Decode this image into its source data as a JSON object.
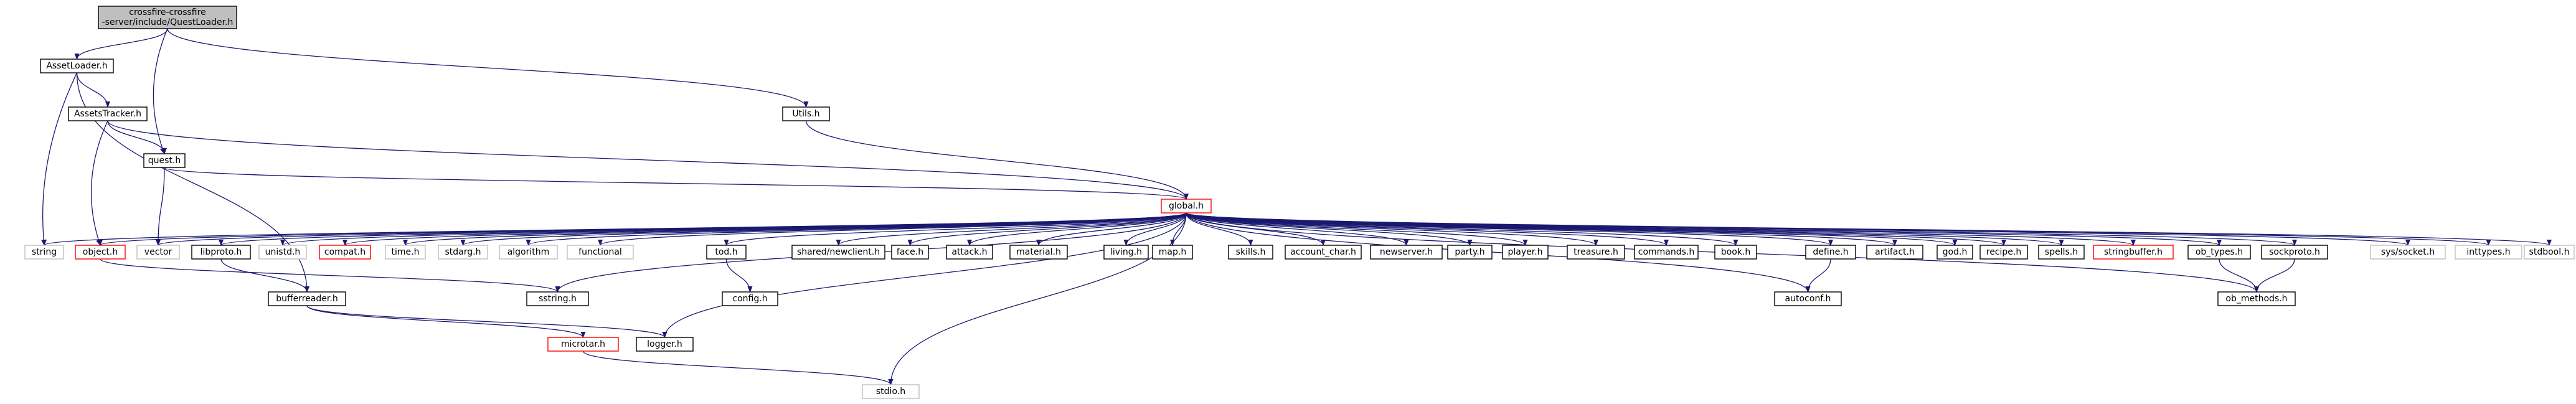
{
  "colors": {
    "edge": "#191970",
    "border_normal": "#000000",
    "border_truncated": "#ff0000",
    "border_system": "#bfbfbf",
    "fill_root": "#bfbfbf",
    "fill_node": "#ffffff",
    "text": "#000000"
  },
  "nodes": [
    {
      "id": "root",
      "lines": [
        "crossfire-crossfire",
        "-server/include/QuestLoader.h"
      ],
      "kind": "root"
    },
    {
      "id": "assetloader",
      "lines": [
        "AssetLoader.h"
      ],
      "kind": "normal"
    },
    {
      "id": "assetstracker",
      "lines": [
        "AssetsTracker.h"
      ],
      "kind": "normal"
    },
    {
      "id": "utils",
      "lines": [
        "Utils.h"
      ],
      "kind": "normal"
    },
    {
      "id": "quest",
      "lines": [
        "quest.h"
      ],
      "kind": "normal"
    },
    {
      "id": "global",
      "lines": [
        "global.h"
      ],
      "kind": "truncated"
    },
    {
      "id": "string",
      "lines": [
        "string"
      ],
      "kind": "system"
    },
    {
      "id": "object",
      "lines": [
        "object.h"
      ],
      "kind": "truncated"
    },
    {
      "id": "vector",
      "lines": [
        "vector"
      ],
      "kind": "system"
    },
    {
      "id": "libproto",
      "lines": [
        "libproto.h"
      ],
      "kind": "normal"
    },
    {
      "id": "unistd",
      "lines": [
        "unistd.h"
      ],
      "kind": "system"
    },
    {
      "id": "compat",
      "lines": [
        "compat.h"
      ],
      "kind": "truncated"
    },
    {
      "id": "time",
      "lines": [
        "time.h"
      ],
      "kind": "system"
    },
    {
      "id": "stdarg",
      "lines": [
        "stdarg.h"
      ],
      "kind": "system"
    },
    {
      "id": "algorithm",
      "lines": [
        "algorithm"
      ],
      "kind": "system"
    },
    {
      "id": "functional",
      "lines": [
        "functional"
      ],
      "kind": "system"
    },
    {
      "id": "tod",
      "lines": [
        "tod.h"
      ],
      "kind": "normal"
    },
    {
      "id": "sharednewclient",
      "lines": [
        "shared/newclient.h"
      ],
      "kind": "normal"
    },
    {
      "id": "face",
      "lines": [
        "face.h"
      ],
      "kind": "normal"
    },
    {
      "id": "attack",
      "lines": [
        "attack.h"
      ],
      "kind": "normal"
    },
    {
      "id": "material",
      "lines": [
        "material.h"
      ],
      "kind": "normal"
    },
    {
      "id": "living",
      "lines": [
        "living.h"
      ],
      "kind": "normal"
    },
    {
      "id": "map",
      "lines": [
        "map.h"
      ],
      "kind": "normal"
    },
    {
      "id": "skills",
      "lines": [
        "skills.h"
      ],
      "kind": "normal"
    },
    {
      "id": "account_char",
      "lines": [
        "account_char.h"
      ],
      "kind": "normal"
    },
    {
      "id": "newserver",
      "lines": [
        "newserver.h"
      ],
      "kind": "normal"
    },
    {
      "id": "party",
      "lines": [
        "party.h"
      ],
      "kind": "normal"
    },
    {
      "id": "player",
      "lines": [
        "player.h"
      ],
      "kind": "normal"
    },
    {
      "id": "treasure",
      "lines": [
        "treasure.h"
      ],
      "kind": "normal"
    },
    {
      "id": "commands",
      "lines": [
        "commands.h"
      ],
      "kind": "normal"
    },
    {
      "id": "book",
      "lines": [
        "book.h"
      ],
      "kind": "normal"
    },
    {
      "id": "define",
      "lines": [
        "define.h"
      ],
      "kind": "normal"
    },
    {
      "id": "artifact",
      "lines": [
        "artifact.h"
      ],
      "kind": "normal"
    },
    {
      "id": "god",
      "lines": [
        "god.h"
      ],
      "kind": "normal"
    },
    {
      "id": "recipe",
      "lines": [
        "recipe.h"
      ],
      "kind": "normal"
    },
    {
      "id": "spells",
      "lines": [
        "spells.h"
      ],
      "kind": "normal"
    },
    {
      "id": "stringbuffer",
      "lines": [
        "stringbuffer.h"
      ],
      "kind": "truncated"
    },
    {
      "id": "ob_types",
      "lines": [
        "ob_types.h"
      ],
      "kind": "normal"
    },
    {
      "id": "sockproto",
      "lines": [
        "sockproto.h"
      ],
      "kind": "normal"
    },
    {
      "id": "syssocket",
      "lines": [
        "sys/socket.h"
      ],
      "kind": "system"
    },
    {
      "id": "inttypes",
      "lines": [
        "inttypes.h"
      ],
      "kind": "system"
    },
    {
      "id": "stdbool",
      "lines": [
        "stdbool.h"
      ],
      "kind": "system"
    },
    {
      "id": "bufferreader",
      "lines": [
        "bufferreader.h"
      ],
      "kind": "normal"
    },
    {
      "id": "sstring",
      "lines": [
        "sstring.h"
      ],
      "kind": "normal"
    },
    {
      "id": "config",
      "lines": [
        "config.h"
      ],
      "kind": "normal"
    },
    {
      "id": "autoconf",
      "lines": [
        "autoconf.h"
      ],
      "kind": "normal"
    },
    {
      "id": "ob_methods",
      "lines": [
        "ob_methods.h"
      ],
      "kind": "normal"
    },
    {
      "id": "logger",
      "lines": [
        "logger.h"
      ],
      "kind": "normal"
    },
    {
      "id": "microtar",
      "lines": [
        "microtar.h"
      ],
      "kind": "truncated"
    },
    {
      "id": "stdio",
      "lines": [
        "stdio.h"
      ],
      "kind": "system"
    }
  ],
  "edges": [
    [
      "root",
      "assetloader"
    ],
    [
      "root",
      "quest"
    ],
    [
      "root",
      "utils"
    ],
    [
      "assetloader",
      "assetstracker"
    ],
    [
      "assetloader",
      "string"
    ],
    [
      "assetloader",
      "bufferreader"
    ],
    [
      "assetstracker",
      "quest"
    ],
    [
      "assetstracker",
      "object"
    ],
    [
      "assetstracker",
      "global"
    ],
    [
      "utils",
      "global"
    ],
    [
      "quest",
      "global"
    ],
    [
      "quest",
      "vector"
    ],
    [
      "global",
      "string"
    ],
    [
      "global",
      "object"
    ],
    [
      "global",
      "vector"
    ],
    [
      "global",
      "libproto"
    ],
    [
      "global",
      "unistd"
    ],
    [
      "global",
      "compat"
    ],
    [
      "global",
      "time"
    ],
    [
      "global",
      "stdarg"
    ],
    [
      "global",
      "algorithm"
    ],
    [
      "global",
      "functional"
    ],
    [
      "global",
      "sstring"
    ],
    [
      "global",
      "tod"
    ],
    [
      "global",
      "logger"
    ],
    [
      "global",
      "sharednewclient"
    ],
    [
      "global",
      "face"
    ],
    [
      "global",
      "attack"
    ],
    [
      "global",
      "material"
    ],
    [
      "global",
      "living"
    ],
    [
      "global",
      "map"
    ],
    [
      "global",
      "stdio"
    ],
    [
      "global",
      "skills"
    ],
    [
      "global",
      "account_char"
    ],
    [
      "global",
      "newserver"
    ],
    [
      "global",
      "party"
    ],
    [
      "global",
      "player"
    ],
    [
      "global",
      "treasure"
    ],
    [
      "global",
      "commands"
    ],
    [
      "global",
      "book"
    ],
    [
      "global",
      "autoconf"
    ],
    [
      "global",
      "define"
    ],
    [
      "global",
      "artifact"
    ],
    [
      "global",
      "god"
    ],
    [
      "global",
      "recipe"
    ],
    [
      "global",
      "spells"
    ],
    [
      "global",
      "stringbuffer"
    ],
    [
      "global",
      "ob_types"
    ],
    [
      "global",
      "sockproto"
    ],
    [
      "global",
      "ob_methods"
    ],
    [
      "global",
      "syssocket"
    ],
    [
      "global",
      "inttypes"
    ],
    [
      "global",
      "stdbool"
    ],
    [
      "object",
      "sstring"
    ],
    [
      "libproto",
      "bufferreader"
    ],
    [
      "tod",
      "config"
    ],
    [
      "define",
      "autoconf"
    ],
    [
      "ob_types",
      "ob_methods"
    ],
    [
      "sockproto",
      "ob_methods"
    ],
    [
      "bufferreader",
      "logger"
    ],
    [
      "bufferreader",
      "microtar"
    ],
    [
      "microtar",
      "stdio"
    ]
  ]
}
